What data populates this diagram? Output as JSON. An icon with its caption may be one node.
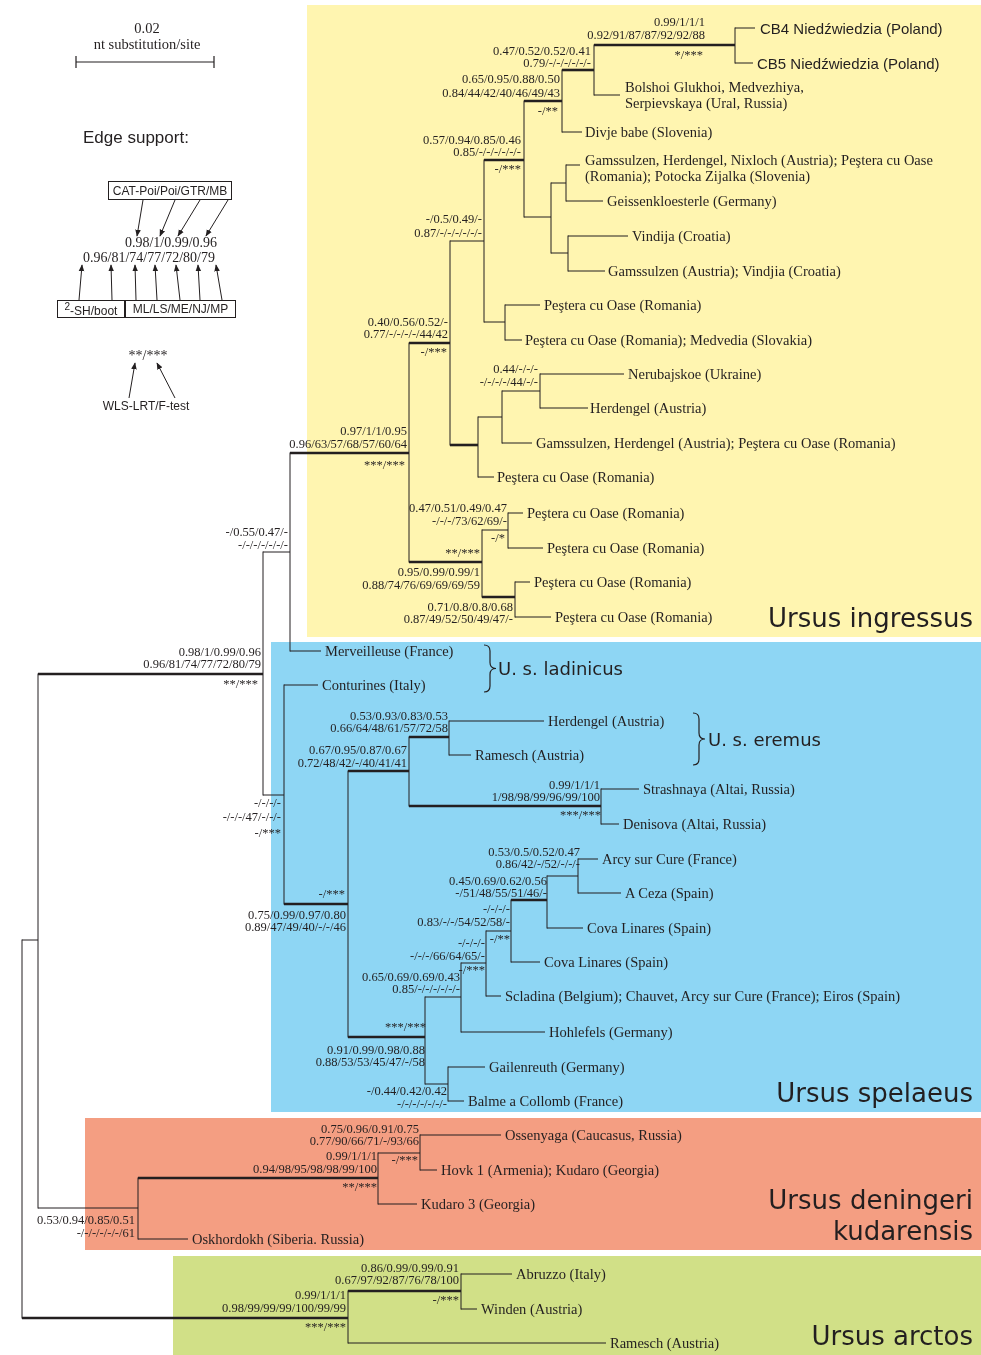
{
  "diagram": {
    "nodes": [
      {
        "text": [
          "Ursus ingressus"
        ]
      },
      {
        "text": [
          "Ursus spelaeus"
        ]
      },
      {
        "text": [
          "Ursus deningeri kudarensis"
        ]
      },
      {
        "text": [
          "Ursus arctos"
        ]
      },
      {
        "text": [
          "CAT-Poi/Poi/GTR/MB"
        ]
      },
      {
        "text": [
          "0.98/1/0.99/0.96"
        ]
      },
      {
        "text": [
          "0.96/81/74/77/72/80/79"
        ]
      },
      {
        "text": [
          "$^{2}$-SH/boot"
        ]
      },
      {
        "text": [
          "ML/LS/ME/NJ/MP"
        ]
      },
      {
        "text": [
          "**/***"
        ]
      },
      {
        "text": [
          "WLS-LRT/F-test"
        ]
      }
    ],
    "edges": [
      {
        "from": 4,
        "to": 5,
        "arrow": "to"
      },
      {
        "from": 4,
        "to": 5,
        "arrow": "to"
      },
      {
        "from": 4,
        "to": 5,
        "arrow": "to"
      },
      {
        "from": 4,
        "to": 5,
        "arrow": "to"
      },
      {
        "from": 7,
        "to": 6,
        "arrow": "to"
      },
      {
        "from": 7,
        "to": 6,
        "arrow": "to"
      },
      {
        "from": 8,
        "to": 6,
        "arrow": "to"
      },
      {
        "from": 8,
        "to": 6,
        "arrow": "to"
      },
      {
        "from": 8,
        "to": 6,
        "arrow": "to"
      },
      {
        "from": 8,
        "to": 6,
        "arrow": "to"
      },
      {
        "from": 8,
        "to": 6,
        "arrow": "to"
      },
      {
        "from": 10,
        "to": 9,
        "arrow": "to"
      },
      {
        "from": 10,
        "to": 9,
        "arrow": "to"
      }
    ],
    "labels": [
      "0.02",
      "nt substitution/site",
      "Edge support:",
      "0.99/1/1/1",
      "0.92/91/87/87/92/92/88",
      "CB4 Niedźwiedzia (Poland)",
      "0.47/0.52/0.52/0.41",
      "*/***",
      "0.79/-/-/-/-/-/-",
      "CB5 Niedźwiedzia (Poland)",
      "0.65/0.95/0.88/0.50",
      "0.84/44/42/40/46/49/43",
      "Bolshoi Glukhoi, Medvezhiya, Serpievskaya (Ural, Russia)",
      "-/**",
      "Divje babe (Slovenia)",
      "0.57/0.94/0.85/0.46",
      "0.85/-/-/-/-/-/-",
      "Gamssulzen, Herdengel, Nixloch (Austria); Peştera cu Oase (Romania); Potocka Zijalka (Slovenia)",
      "-/***",
      "Geissenkloesterle (Germany)",
      "-/0.5/0.49/-",
      "0.87/-/-/-/-/-/-",
      "Vindija (Croatia)",
      "Gamssulzen (Austria); Vindjia (Croatia)",
      "Peştera cu Oase (Romania)",
      "0.40/0.56/0.52/-",
      "0.77/-/-/-/-/44/42",
      "Peştera cu Oase (Romania); Medvedia (Slovakia)",
      "-/***",
      "0.44/-/-/-",
      "Nerubajskoe (Ukraine)",
      "-/-/-/-/44/-/-",
      "Herdengel (Austria)",
      "0.97/1/1/0.95",
      "Gamssulzen, Herdengel (Austria); Peştera cu Oase (Romania)",
      "0.96/63/57/68/57/60/64",
      "***/***",
      "Peştera cu Oase (Romania)",
      "0.47/0.51/0.49/0.47",
      "Peştera cu Oase (Romania)",
      "-/-/-/73/62/69/-",
      "-/0.55/0.47/-",
      "-/*",
      "-/-/-/-/-/-/-",
      "Peştera cu Oase (Romania)",
      "**/***",
      "0.95/0.99/0.99/1",
      "Peştera cu Oase (Romania)",
      "0.88/74/76/69/69/69/59",
      "0.71/0.8/0.8/0.68",
      "Peştera cu Oase (Romania)",
      "0.87/49/52/50/49/47/-",
      "Merveilleuse (France)",
      "0.98/1/0.99/0.96",
      "0.96/81/74/77/72/80/79",
      "U. s. ladinicus",
      "**/***",
      "Conturines (Italy)",
      "0.53/0.93/0.83/0.53",
      "Herdengel (Austria)",
      "0.66/64/48/61/57/72/58",
      "U. s. eremus",
      "0.67/0.95/0.87/0.67",
      "Ramesch (Austria)",
      "0.72/48/42/-/40/41/41",
      "0.99/1/1/1",
      "Strashnaya (Altai, Russia)",
      "1/98/98/99/96/99/100",
      "-/-/-/-",
      "***/***",
      "-/-/-/47/-/-/-",
      "Denisova (Altai, Russia)",
      "-/***",
      "0.53/0.5/0.52/0.47",
      "Arcy sur Cure (France)",
      "0.86/42/-/52/-/-/-",
      "0.45/0.69/0.62/0.56",
      "-/51/48/55/51/46/-",
      "A Ceza (Spain)",
      "-/***",
      "-/-/-/-",
      "0.75/0.99/0.97/0.80",
      "0.83/-/-/54/52/58/-",
      "0.89/47/49/40/-/-/46",
      "Cova Linares (Spain)",
      "-/**",
      "-/-/-/-",
      "-/-/-/66/64/65/-",
      "Cova Linares (Spain)",
      "-/***",
      "0.65/0.69/0.69/0.43",
      "0.85/-/-/-/-/-/-",
      "Scladina (Belgium); Chauvet, Arcy sur Cure (France); Eiros (Spain)",
      "***/***",
      "Hohlefels (Germany)",
      "0.91/0.99/0.98/0.88",
      "0.88/53/53/45/47/-/58",
      "Gailenreuth (Germany)",
      "-/0.44/0.42/0.42",
      "Balme a Collomb (France)",
      "-/-/-/-/-/-/-",
      "0.75/0.96/0.91/0.75",
      "Ossenyaga (Caucasus, Russia)",
      "0.77/90/66/71/-/93/66",
      "0.99/1/1/1",
      "-/***",
      "0.94/98/95/98/98/99/100",
      "Hovk 1 (Armenia); Kudaro (Georgia)",
      "**/***",
      "Kudaro 3 (Georgia)",
      "0.53/0.94/0.85/0.51",
      "-/-/-/-/-/-/61",
      "Oskhordokh (Siberia. Russia)",
      "0.86/0.99/0.99/0.91",
      "Abruzzo (Italy)",
      "0.67/97/92/87/76/78/100",
      "0.99/1/1/1",
      "-/***",
      "0.98/99/99/99/100/99/99",
      "Winden (Austria)",
      "***/***",
      "Ramesch (Austria)"
    ]
  }
}
